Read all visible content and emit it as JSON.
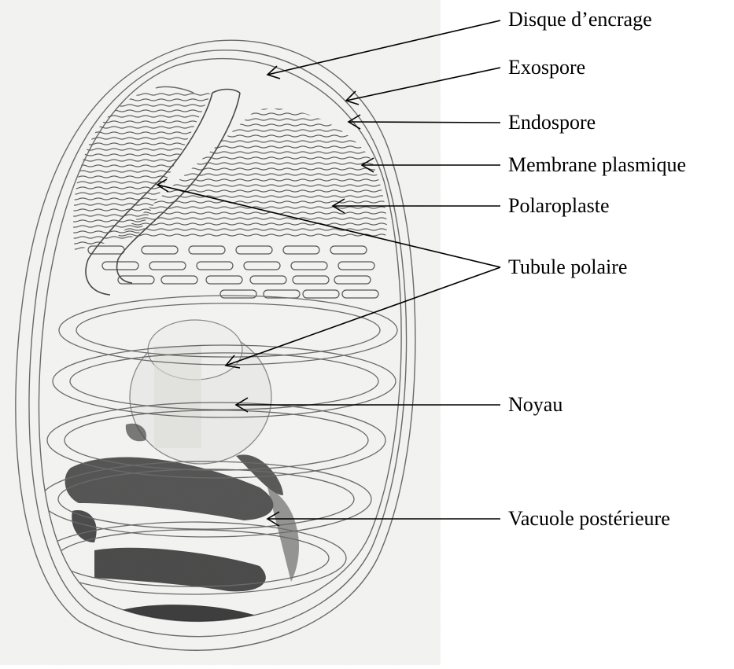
{
  "figure": {
    "labels": [
      {
        "key": "anchoring_disc",
        "text": "Disque d’encrage"
      },
      {
        "key": "exospore",
        "text": "Exospore"
      },
      {
        "key": "endospore",
        "text": "Endospore"
      },
      {
        "key": "plasma_membrane",
        "text": "Membrane plasmique"
      },
      {
        "key": "polaroplast",
        "text": "Polaroplaste"
      },
      {
        "key": "polar_tubule",
        "text": "Tubule polaire"
      },
      {
        "key": "nucleus",
        "text": "Noyau"
      },
      {
        "key": "posterior_vacuole",
        "text": "Vacuole postérieure"
      }
    ]
  },
  "colors": {
    "paper": "#ffffff",
    "pencil": "#6a6a6a",
    "shading": "#3a3a3a",
    "ink": "#000000"
  }
}
